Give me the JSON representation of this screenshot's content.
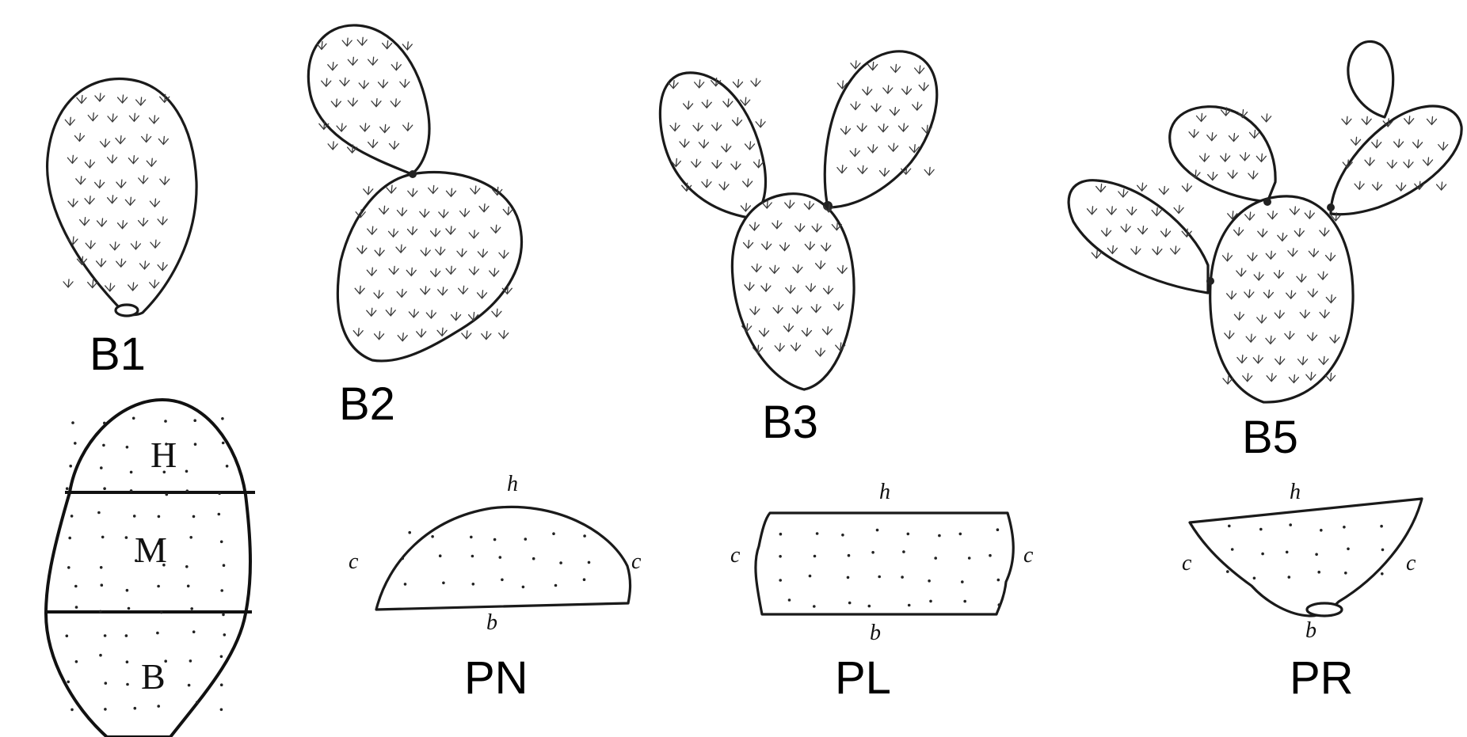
{
  "figure": {
    "plants": [
      {
        "id": "B1",
        "label": "B1"
      },
      {
        "id": "B2",
        "label": "B2"
      },
      {
        "id": "B3",
        "label": "B3"
      },
      {
        "id": "B5",
        "label": "B5"
      }
    ],
    "cladode_zones": {
      "top": "H",
      "middle": "M",
      "base": "B"
    },
    "profiles": [
      {
        "id": "PN",
        "label": "PN",
        "top": "h",
        "left": "c",
        "right": "c",
        "bottom": "b"
      },
      {
        "id": "PL",
        "label": "PL",
        "top": "h",
        "left": "c",
        "right": "c",
        "bottom": "b"
      },
      {
        "id": "PR",
        "label": "PR",
        "top": "h",
        "left": "c",
        "right": "c",
        "bottom": "b"
      }
    ]
  }
}
